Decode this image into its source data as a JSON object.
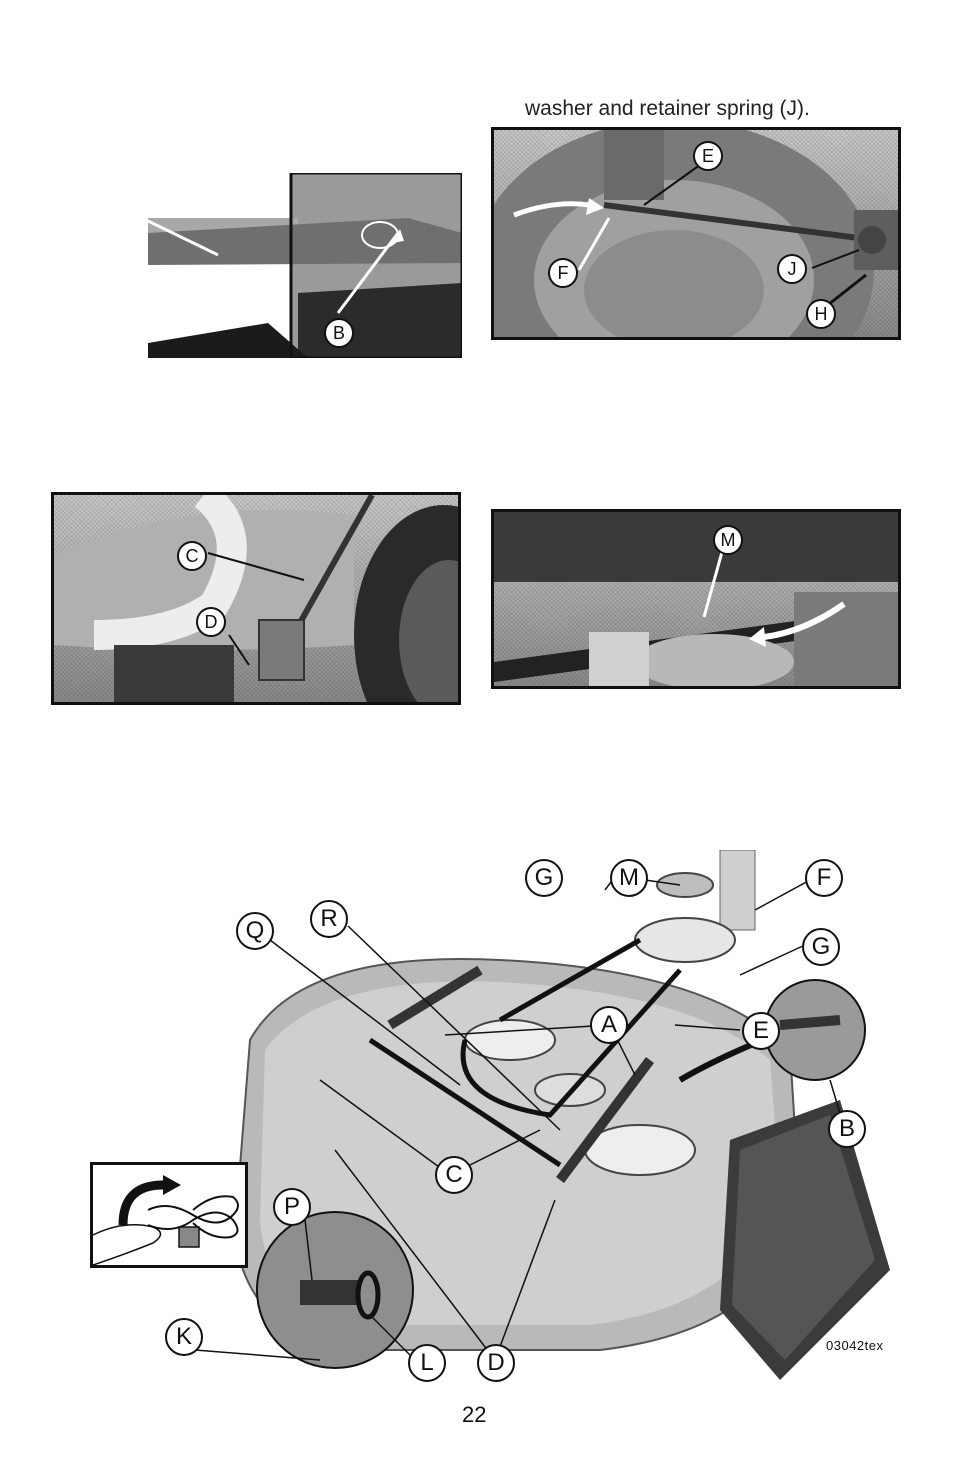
{
  "caption_top": "washer and retainer spring (J).",
  "fig_b": {
    "labels": {
      "b": "B"
    }
  },
  "fig_efjh": {
    "labels": {
      "e": "E",
      "f": "F",
      "j": "J",
      "h": "H"
    }
  },
  "fig_cd": {
    "labels": {
      "c": "C",
      "d": "D"
    }
  },
  "fig_m": {
    "labels": {
      "m": "M"
    }
  },
  "diagram": {
    "labels": {
      "g1": "G",
      "m": "M",
      "f": "F",
      "q": "Q",
      "r": "R",
      "g2": "G",
      "a": "A",
      "e": "E",
      "b": "B",
      "c": "C",
      "p": "P",
      "k": "K",
      "l": "L",
      "d": "D"
    },
    "art_code": "03042tex"
  },
  "page_number": "22"
}
